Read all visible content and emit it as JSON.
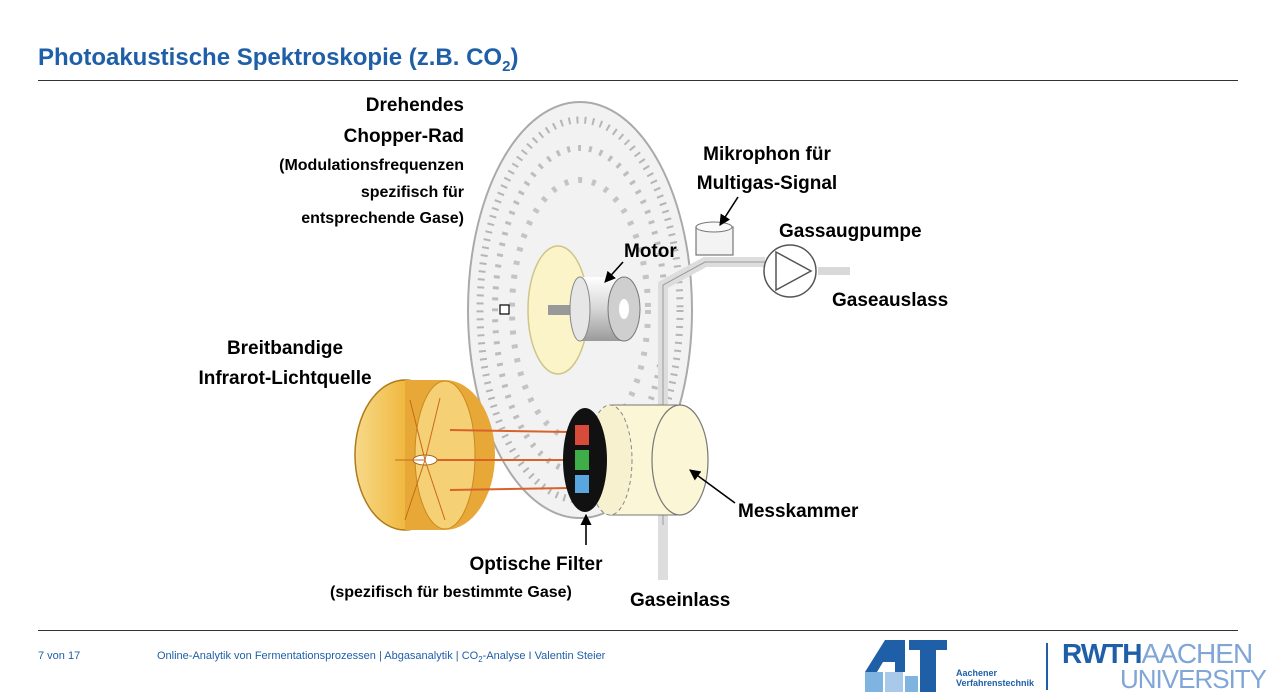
{
  "title": {
    "main": "Photoakustische Spektroskopie (z.B. CO",
    "sub": "2",
    "close": ")"
  },
  "labels": {
    "chopper_1": "Drehendes",
    "chopper_2": "Chopper-Rad",
    "chopper_3": "(Modulationsfrequenzen",
    "chopper_4": "spezifisch für",
    "chopper_5": "entsprechende Gase)",
    "mic_1": "Mikrophon für",
    "mic_2": "Multigas-Signal",
    "motor": "Motor",
    "pump": "Gassaugpumpe",
    "outlet": "Gaseauslass",
    "source_1": "Breitbandige",
    "source_2": "Infrarot-Lichtquelle",
    "chamber": "Messkammer",
    "filter_1": "Optische Filter",
    "filter_2": "(spezifisch für bestimmte Gase)",
    "inlet": "Gaseinlass"
  },
  "footer": {
    "page": "7 von 17",
    "text_a": "Online-Analytik von Fermentationsprozessen | Abgasanalytik | CO",
    "text_sub": "2",
    "text_b": "-Analyse I Valentin Steier"
  },
  "logos": {
    "avt_line1": "Aachener",
    "avt_line2": "Verfahrenstechnik",
    "rwth_bold": "RWTH",
    "rwth_light": "AACHEN",
    "rwth_line2": "UNIVERSITY"
  },
  "colors": {
    "accent": "#1f5fa8",
    "lamp": "#f2c04a",
    "beam": "#d9622b"
  }
}
